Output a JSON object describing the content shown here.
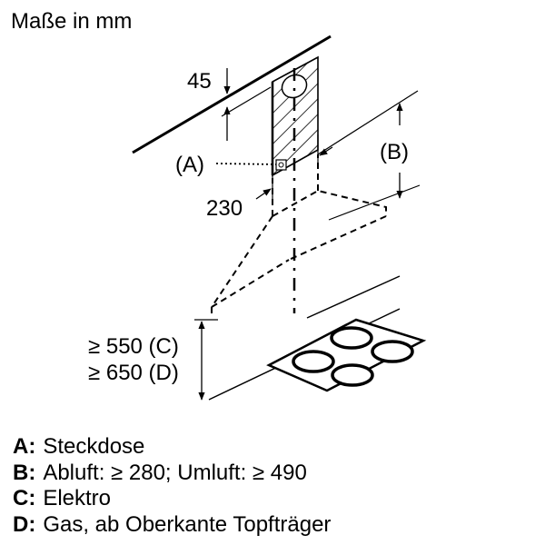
{
  "title": "Maße in mm",
  "dimensions": {
    "top_offset": "45",
    "depth": "230",
    "label_a": "(A)",
    "label_b": "(B)",
    "min_c": "≥ 550 (C)",
    "min_d": "≥ 650 (D)"
  },
  "legend": [
    {
      "key": "A:",
      "text": "Steckdose"
    },
    {
      "key": "B:",
      "text": "Abluft: ≥ 280; Umluft: ≥ 490"
    },
    {
      "key": "C:",
      "text": "Elektro"
    },
    {
      "key": "D:",
      "text": "Gas, ab Oberkante Topfträger"
    }
  ]
}
